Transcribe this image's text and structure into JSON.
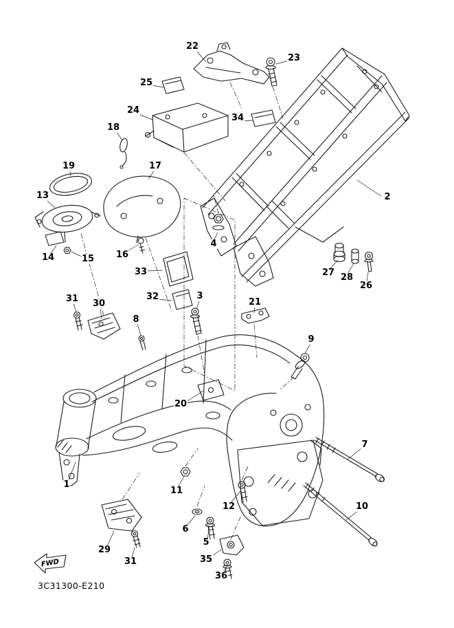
{
  "diagram": {
    "code": "3C31300-E210",
    "fwd_label": "FWD",
    "line_color": "#1a1a1a",
    "background_color": "#ffffff",
    "labels": [
      {
        "text": "22"
      },
      {
        "text": "23"
      },
      {
        "text": "25"
      },
      {
        "text": "24"
      },
      {
        "text": "34"
      },
      {
        "text": "18"
      },
      {
        "text": "19"
      },
      {
        "text": "17"
      },
      {
        "text": "13"
      },
      {
        "text": "2"
      },
      {
        "text": "4"
      },
      {
        "text": "14"
      },
      {
        "text": "15"
      },
      {
        "text": "16"
      },
      {
        "text": "33"
      },
      {
        "text": "27"
      },
      {
        "text": "28"
      },
      {
        "text": "26"
      },
      {
        "text": "32"
      },
      {
        "text": "3"
      },
      {
        "text": "21"
      },
      {
        "text": "31"
      },
      {
        "text": "30"
      },
      {
        "text": "8"
      },
      {
        "text": "9"
      },
      {
        "text": "20"
      },
      {
        "text": "7"
      },
      {
        "text": "1"
      },
      {
        "text": "11"
      },
      {
        "text": "12"
      },
      {
        "text": "10"
      },
      {
        "text": "6"
      },
      {
        "text": "5"
      },
      {
        "text": "29"
      },
      {
        "text": "31"
      },
      {
        "text": "35"
      },
      {
        "text": "36"
      }
    ]
  }
}
